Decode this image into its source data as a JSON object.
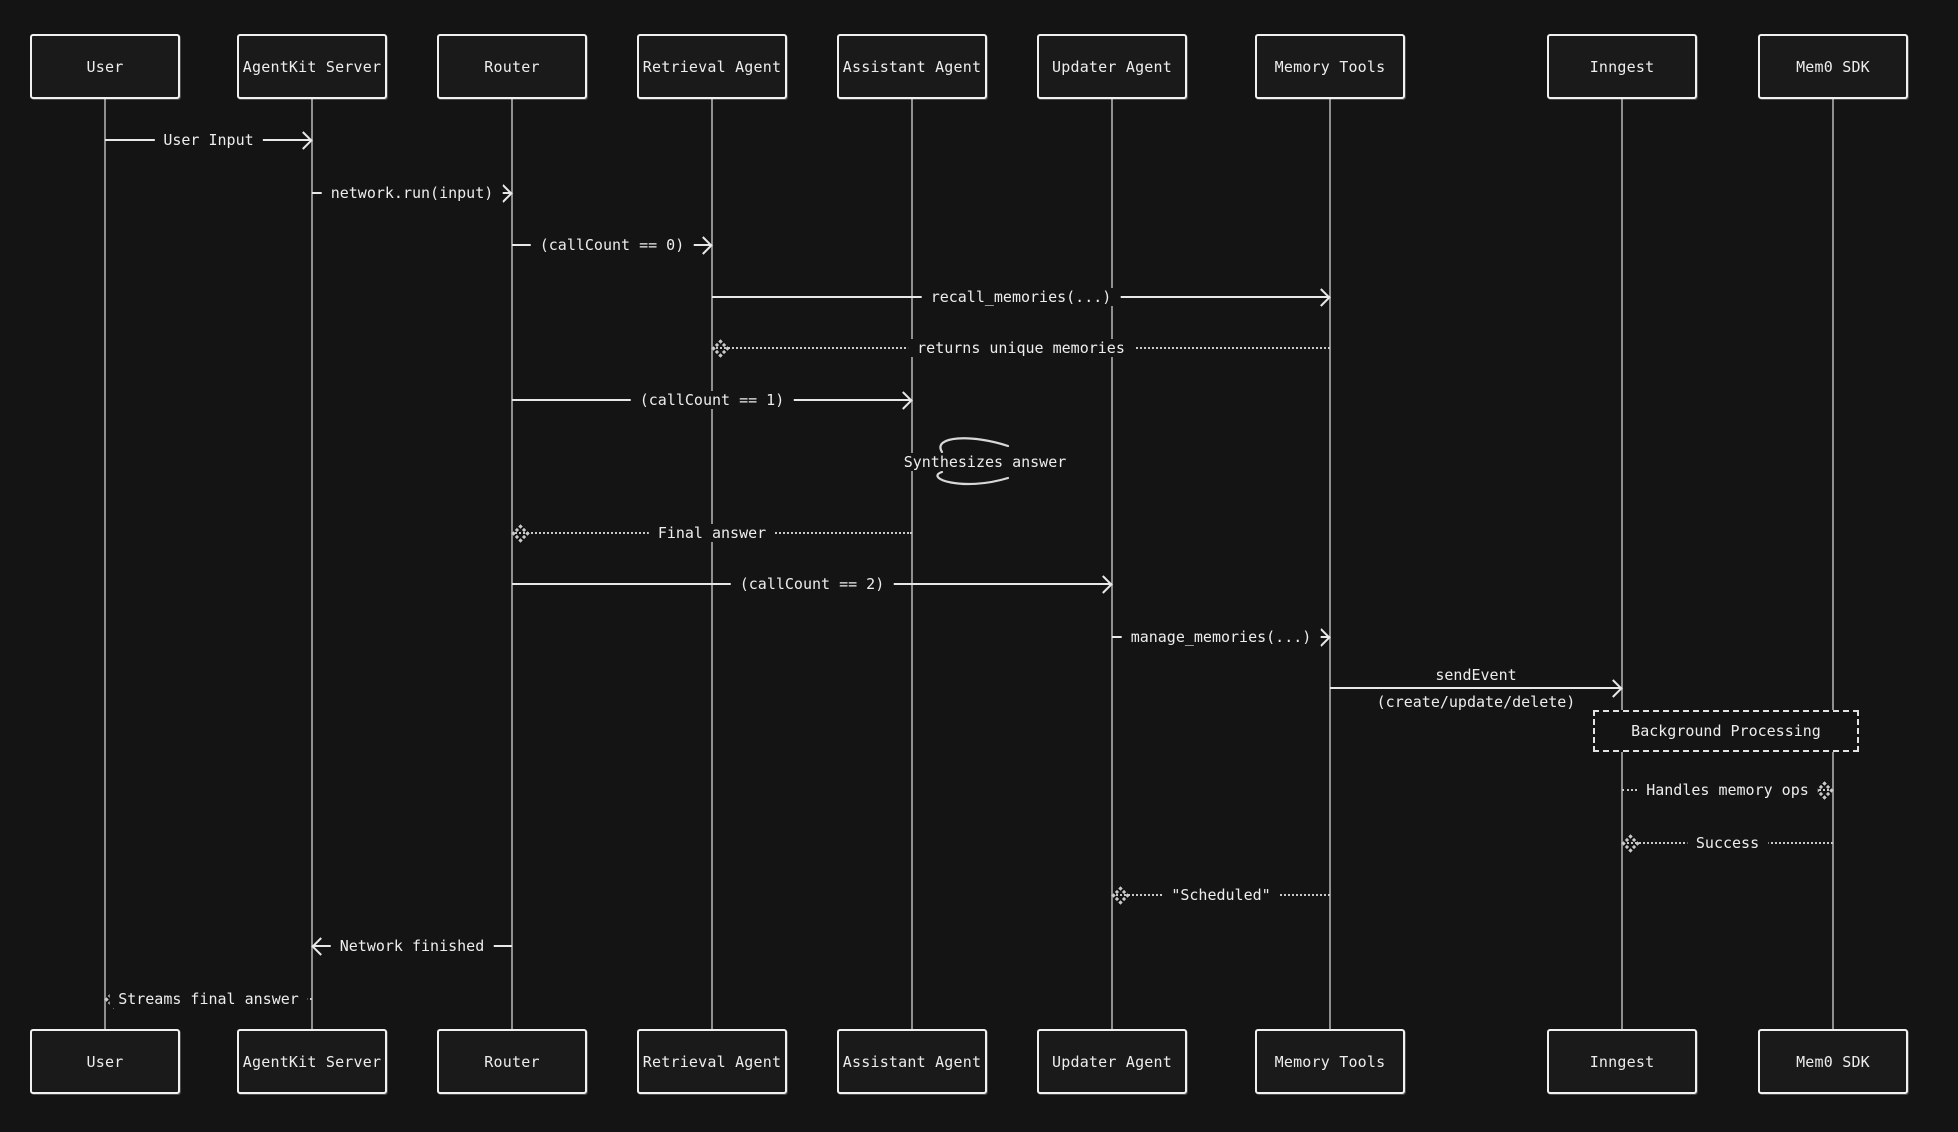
{
  "diagram_type": "sequence-diagram",
  "colors": {
    "background": "#141414",
    "box_fill": "#1a1a1a",
    "box_border": "#f1f1f1",
    "solid_line": "#e8e8e8",
    "dotted_line": "#c9c9c9",
    "lifeline": "#8f8f8f",
    "text": "#ededed"
  },
  "actors": [
    {
      "label": "User"
    },
    {
      "label": "AgentKit Server"
    },
    {
      "label": "Router"
    },
    {
      "label": "Retrieval Agent"
    },
    {
      "label": "Assistant Agent"
    },
    {
      "label": "Updater Agent"
    },
    {
      "label": "Memory Tools"
    },
    {
      "label": "Inngest"
    },
    {
      "label": "Mem0 SDK"
    }
  ],
  "messages": [
    {
      "from": "User",
      "to": "AgentKit Server",
      "label": "User Input",
      "style": "solid"
    },
    {
      "from": "AgentKit Server",
      "to": "Router",
      "label": "network.run(input)",
      "style": "solid"
    },
    {
      "from": "Router",
      "to": "Retrieval Agent",
      "label": "(callCount == 0)",
      "style": "solid"
    },
    {
      "from": "Retrieval Agent",
      "to": "Memory Tools",
      "label": "recall_memories(...)",
      "style": "solid"
    },
    {
      "from": "Memory Tools",
      "to": "Retrieval Agent",
      "label": "returns unique memories",
      "style": "dotted"
    },
    {
      "from": "Router",
      "to": "Assistant Agent",
      "label": "(callCount == 1)",
      "style": "solid"
    },
    {
      "from": "Assistant Agent",
      "to": "Router",
      "label": "Final answer",
      "style": "dotted"
    },
    {
      "from": "Router",
      "to": "Updater Agent",
      "label": "(callCount == 2)",
      "style": "solid"
    },
    {
      "from": "Updater Agent",
      "to": "Memory Tools",
      "label": "manage_memories(...)",
      "style": "solid"
    },
    {
      "from": "Memory Tools",
      "to": "Inngest",
      "label_line1": "sendEvent",
      "label_line2": "(create/update/delete)",
      "style": "solid"
    },
    {
      "from": "Inngest",
      "to": "Mem0 SDK",
      "label": "Handles memory ops",
      "style": "dotted"
    },
    {
      "from": "Mem0 SDK",
      "to": "Inngest",
      "label": "Success",
      "style": "dotted"
    },
    {
      "from": "Memory Tools",
      "to": "Updater Agent",
      "label": "\"Scheduled\"",
      "style": "dotted"
    },
    {
      "from": "Router",
      "to": "AgentKit Server",
      "label": "Network finished",
      "style": "solid"
    },
    {
      "from": "AgentKit Server",
      "to": "User",
      "label": "Streams final answer",
      "style": "dotted"
    }
  ],
  "notes": [
    {
      "label": "Synthesizes answer",
      "attached_to": "Assistant Agent"
    },
    {
      "label": "Background Processing",
      "attached_to": "Inngest / Mem0 SDK"
    }
  ]
}
